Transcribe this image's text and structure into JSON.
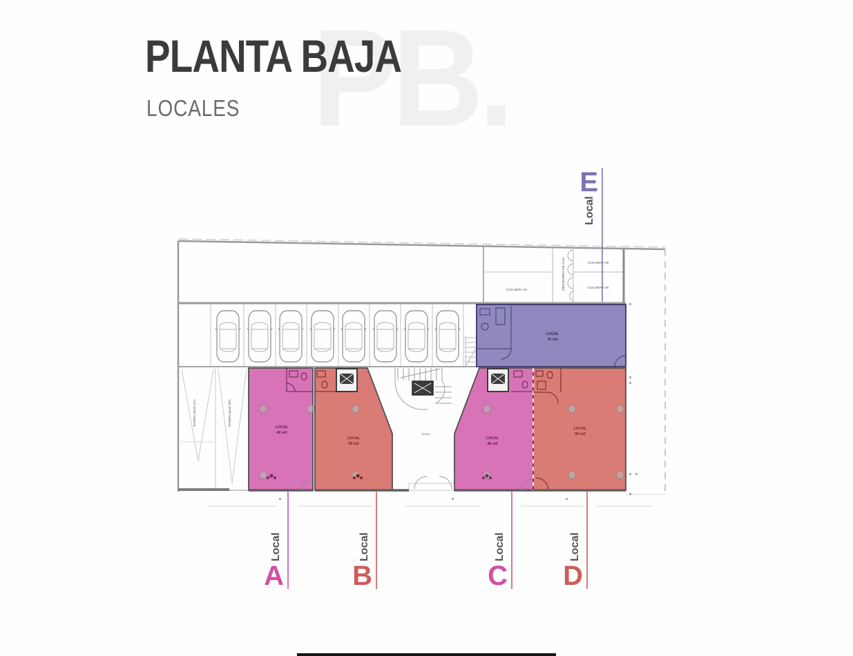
{
  "header": {
    "title": "PLANTA BAJA",
    "subtitle": "LOCALES",
    "watermark": "PB."
  },
  "plan": {
    "garage_row": {
      "cochera_1": "COCHERA #1",
      "cochera_09": "COCHERA 09",
      "cochera_08": "COCHERA 08",
      "gas_meters": "MEDIDORES DE GAS"
    },
    "ramps": {
      "ramp_left": "RAMPA pend 12%",
      "ramp_right": "RAMPA pend 18%"
    },
    "hall_label": "HALL",
    "locals": [
      {
        "id": "A",
        "letter": "A",
        "leader": "Local",
        "label_line1": "LOCAL",
        "label_line2": "40 m2",
        "accent": "#d14fa6",
        "fill": "#d873b7"
      },
      {
        "id": "B",
        "letter": "B",
        "leader": "Local",
        "label_line1": "LOCAL",
        "label_line2": "45 m2",
        "accent": "#cd5d58",
        "fill": "#db7b76"
      },
      {
        "id": "C",
        "letter": "C",
        "leader": "Local",
        "label_line1": "LOCAL",
        "label_line2": "45 m2",
        "accent": "#d14fa6",
        "fill": "#d873b7"
      },
      {
        "id": "D",
        "letter": "D",
        "leader": "Local",
        "label_line1": "LOCAL",
        "label_line2": "90 m2",
        "accent": "#cd5d58",
        "fill": "#db7b76"
      },
      {
        "id": "E",
        "letter": "E",
        "leader": "Local",
        "label_line1": "LOCAL",
        "label_line2": "70 m2",
        "accent": "#7b74b4",
        "fill": "#8f89bf"
      }
    ]
  }
}
